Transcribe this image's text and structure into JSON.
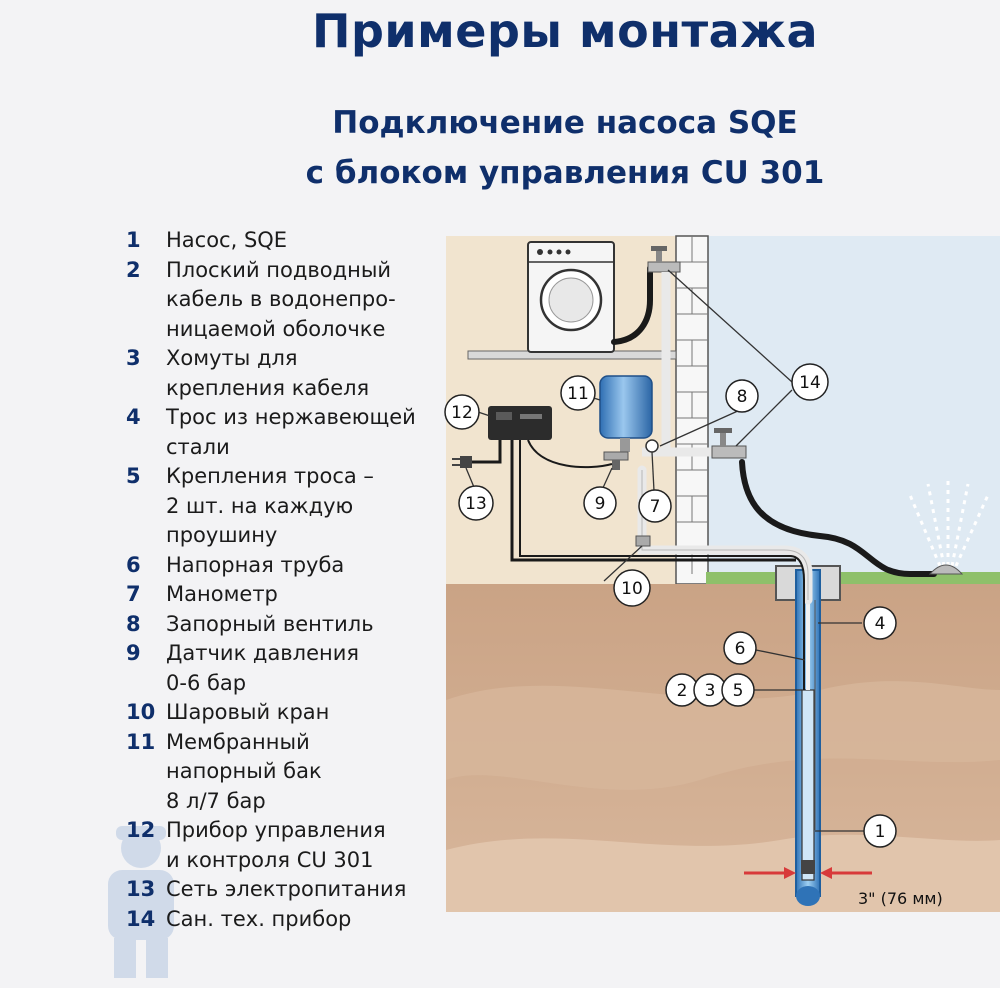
{
  "header": {
    "title": "Примеры монтажа",
    "subtitle_line1": "Подключение насоса SQE",
    "subtitle_line2": "с блоком управления CU 301"
  },
  "legend": {
    "items": [
      {
        "num": "1",
        "text": "Насос, SQE"
      },
      {
        "num": "2",
        "text": "Плоский подводный кабель в водонепро-ницаемой оболочке"
      },
      {
        "num": "3",
        "text": "Хомуты для крепления кабеля"
      },
      {
        "num": "4",
        "text": "Трос из нержавеющей стали"
      },
      {
        "num": "5",
        "text": "Крепления троса – 2 шт. на каждую проушину"
      },
      {
        "num": "6",
        "text": "Напорная труба"
      },
      {
        "num": "7",
        "text": "Манометр"
      },
      {
        "num": "8",
        "text": "Запорный вентиль"
      },
      {
        "num": "9",
        "text": "Датчик давления 0-6 бар"
      },
      {
        "num": "10",
        "text": "Шаровый кран"
      },
      {
        "num": "11",
        "text": "Мембранный напорный бак 8 л/7 бар"
      },
      {
        "num": "12",
        "text": "Прибор управления и контроля CU 301"
      },
      {
        "num": "13",
        "text": "Сеть электропитания"
      },
      {
        "num": "14",
        "text": "Сан. тех. прибор"
      }
    ]
  },
  "diagram": {
    "dimension_label": "3\" (76 мм)",
    "callouts": [
      "1",
      "2",
      "3",
      "5",
      "4",
      "6",
      "7",
      "8",
      "9",
      "10",
      "11",
      "12",
      "13",
      "14"
    ],
    "colors": {
      "interior": "#f1e4cf",
      "sky": "#dfeaf3",
      "soil": "#c9a283",
      "grass": "#8ec06a",
      "pipe": "#1a1a1a",
      "well": "#5b9fd6",
      "accent_title": "#0f2f6b",
      "arrow": "#d83a3a"
    }
  }
}
